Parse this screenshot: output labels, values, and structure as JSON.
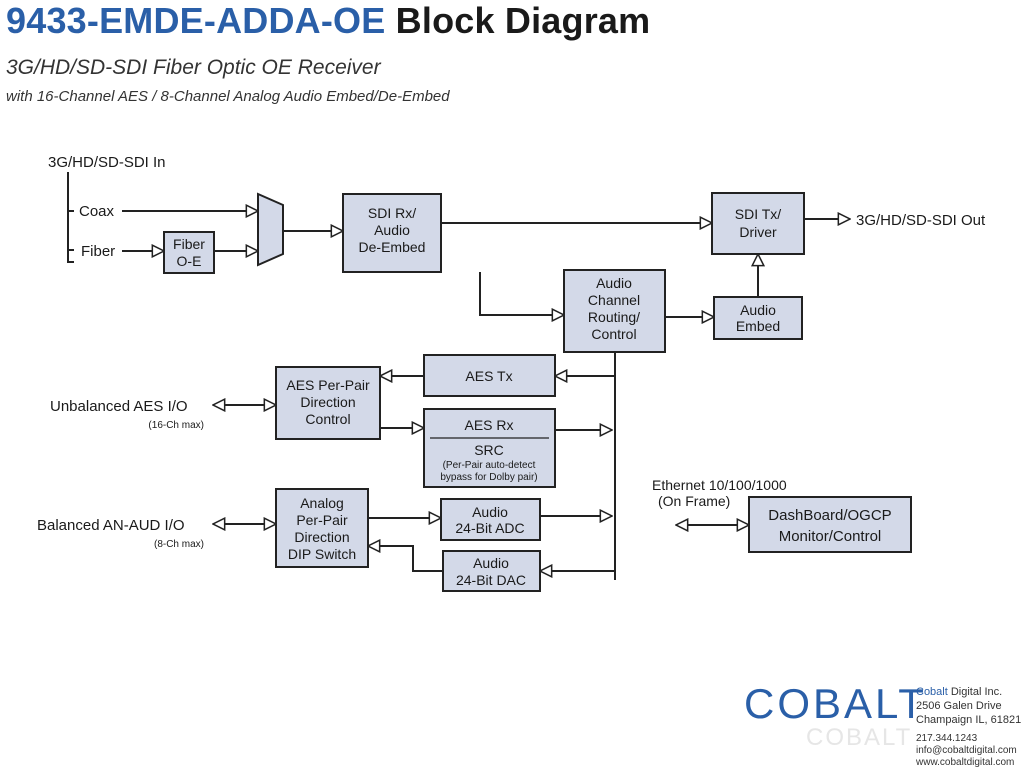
{
  "header": {
    "model": "9433-EMDE-ADDA-OE",
    "title_rest": "Block Diagram",
    "subtitle": "3G/HD/SD-SDI Fiber Optic OE Receiver",
    "subtitle2": "with 16-Channel AES / 8-Channel Analog Audio Embed/De-Embed"
  },
  "diagram": {
    "sdi_in_label": "3G/HD/SD-SDI In",
    "coax_label": "Coax",
    "fiber_label": "Fiber",
    "fiber_oe": [
      "Fiber",
      "O-E"
    ],
    "sdi_rx": [
      "SDI Rx/",
      "Audio",
      "De-Embed"
    ],
    "sdi_tx": [
      "SDI Tx/",
      "Driver"
    ],
    "sdi_out_label": "3G/HD/SD-SDI Out",
    "audio_routing": [
      "Audio",
      "Channel",
      "Routing/",
      "Control"
    ],
    "audio_embed": [
      "Audio",
      "Embed"
    ],
    "aes_tx": "AES Tx",
    "aes_rx": "AES Rx",
    "src": "SRC",
    "src_note": [
      "(Per-Pair auto-detect",
      "bypass for Dolby pair)"
    ],
    "aes_dir": [
      "AES Per-Pair",
      "Direction",
      "Control"
    ],
    "aes_io_label": "Unbalanced AES I/O",
    "aes_io_sub": "(16-Ch max)",
    "analog_dir": [
      "Analog",
      "Per-Pair",
      "Direction",
      "DIP Switch"
    ],
    "adc": [
      "Audio",
      "24-Bit ADC"
    ],
    "dac": [
      "Audio",
      "24-Bit DAC"
    ],
    "an_io_label": "Balanced AN-AUD I/O",
    "an_io_sub": "(8-Ch max)",
    "eth_label": [
      "Ethernet 10/100/1000",
      "(On Frame)"
    ],
    "dashboard": [
      "DashBoard/OGCP",
      "Monitor/Control"
    ]
  },
  "footer": {
    "logo_text": "COBALT",
    "company_brand": "Cobalt",
    "company_rest": " Digital Inc.",
    "address1": "2506 Galen Drive",
    "address2": "Champaign IL, 61821",
    "phone": "217.344.1243",
    "email": "info@cobaltdigital.com",
    "web": "www.cobaltdigital.com"
  },
  "colors": {
    "block_fill": "#d3d9e8",
    "brand_blue": "#2a5fa8"
  }
}
